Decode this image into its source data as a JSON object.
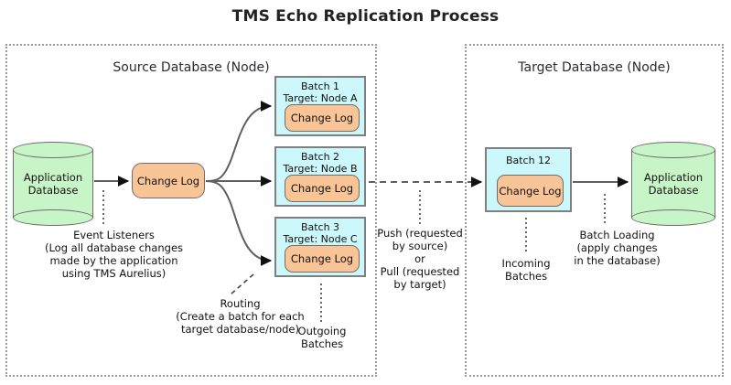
{
  "title": "TMS Echo Replication Process",
  "source": {
    "title": "Source Database (Node)",
    "database_label_line1": "Application",
    "database_label_line2": "Database",
    "changelog_label": "Change Log",
    "batches": [
      {
        "head_line1": "Batch 1",
        "head_line2": "Target: Node A",
        "changelog_label": "Change Log"
      },
      {
        "head_line1": "Batch 2",
        "head_line2": "Target: Node B",
        "changelog_label": "Change Log"
      },
      {
        "head_line1": "Batch 3",
        "head_line2": "Target: Node C",
        "changelog_label": "Change Log"
      }
    ]
  },
  "target": {
    "title": "Target Database (Node)",
    "database_label_line1": "Application",
    "database_label_line2": "Database",
    "batch": {
      "head_line1": "Batch 12",
      "changelog_label": "Change Log"
    }
  },
  "notes": {
    "event_listeners": "Event Listeners\n(Log all database changes\nmade by the application\nusing TMS Aurelius)",
    "routing": "Routing\n(Create a batch for each\ntarget database/node)",
    "outgoing_batches": "Outgoing\nBatches",
    "push_pull": "Push (requested\nby source)\nor\nPull (requested\nby target)",
    "incoming_batches": "Incoming\nBatches",
    "batch_loading": "Batch Loading\n(apply changes\nin the database)"
  },
  "colors": {
    "database_fill": "#c8f5c8",
    "changelog_fill": "#f9c496",
    "batch_fill": "#ccf7fb",
    "stroke": "#6e6e6e",
    "batch_stroke": "#7f7f7f",
    "container_stroke": "#9a9a9a",
    "text": "#111111",
    "background": "#ffffff"
  }
}
